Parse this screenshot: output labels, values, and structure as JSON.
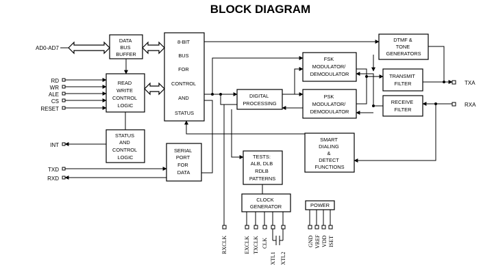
{
  "title": "BLOCK DIAGRAM",
  "blocks": {
    "data_bus_buffer": [
      "DATA",
      "BUS",
      "BUFFER"
    ],
    "rw_control": [
      "READ",
      "WRITE",
      "CONTROL",
      "LOGIC"
    ],
    "status_control": [
      "STATUS",
      "AND",
      "CONTROL",
      "LOGIC"
    ],
    "bus_status": [
      "8-BIT",
      "BUS",
      "FOR",
      "CONTROL",
      "AND",
      "STATUS"
    ],
    "serial_port": [
      "SERIAL",
      "PORT",
      "FOR",
      "DATA"
    ],
    "digital_processing": [
      "DIGITAL",
      "PROCESSING"
    ],
    "fsk": [
      "FSK",
      "MODULATOR/",
      "DEMODULATOR"
    ],
    "psk": [
      "PSK",
      "MODULATOR/",
      "DEMODULATOR"
    ],
    "dtmf": [
      "DTMF &",
      "TONE",
      "GENERATORS"
    ],
    "transmit_filter": [
      "TRANSMIT",
      "FILTER"
    ],
    "receive_filter": [
      "RECEIVE",
      "FILTER"
    ],
    "smart_dialing": [
      "SMART",
      "DIALING",
      "&",
      "DETECT",
      "FUNCTIONS"
    ],
    "tests": [
      "TESTS:",
      "ALB, DLB",
      "RDLB",
      "PATTERNS"
    ],
    "clock_generator": [
      "CLOCK",
      "GENERATOR"
    ],
    "power": "POWER"
  },
  "pins": {
    "ad": "AD0-AD7",
    "rd": "RD",
    "wr": "WR",
    "ale": "ALE",
    "cs": "CS",
    "reset": "RESET",
    "int": "INT",
    "txd": "TXD",
    "rxd": "RXD",
    "txa": "TXA",
    "rxa": "RXA",
    "rxclk": "RXCLK",
    "exclk": "EXCLK",
    "txclk": "TXCLK",
    "clk": "CLK",
    "xtl1": "XTL1",
    "xtl2": "XTL2",
    "gnd": "GND",
    "vref": "VREF",
    "vdd": "VDD",
    "iset": "ISET"
  }
}
